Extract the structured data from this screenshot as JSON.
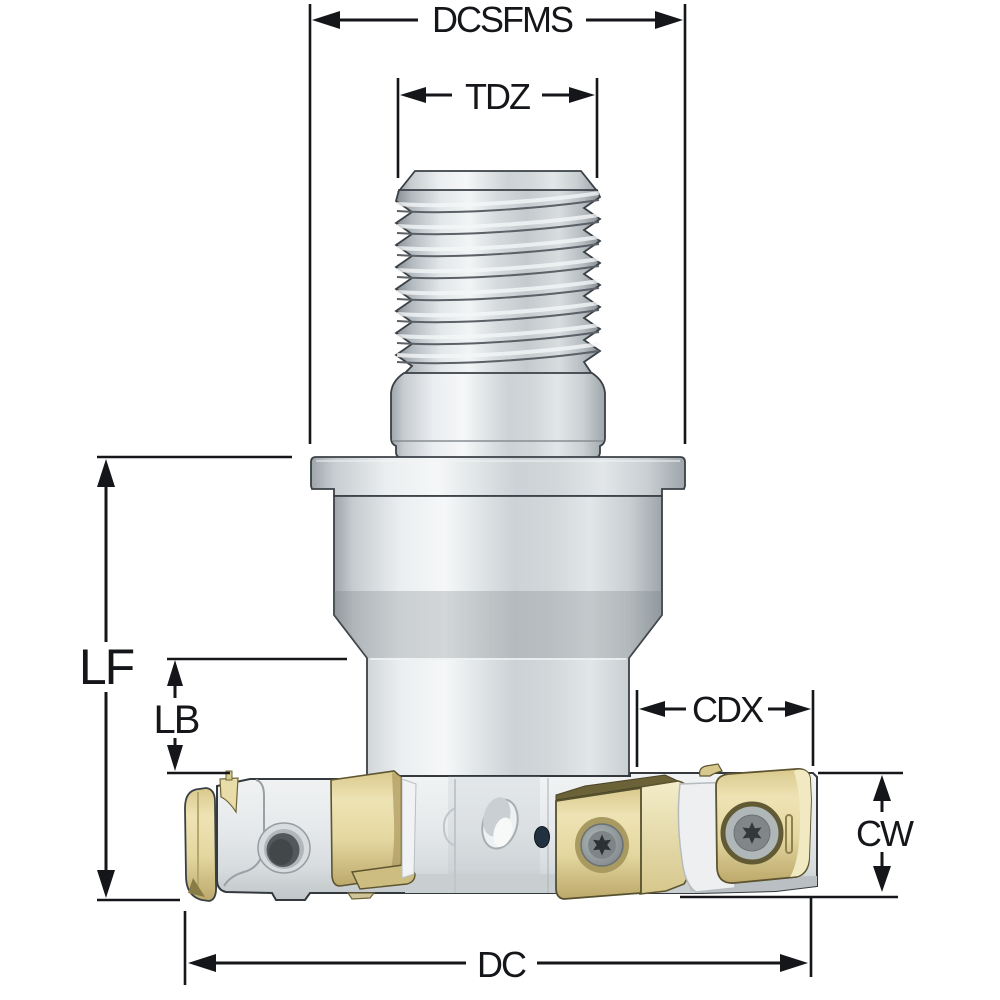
{
  "diagram": {
    "subject": "indexable face milling cutter with threaded coupling, dimension drawing",
    "background": "#ffffff",
    "line_color": "#141619"
  },
  "dimensions": {
    "dcsfms": {
      "label": "DCSFMS"
    },
    "tdz": {
      "label": "TDZ"
    },
    "lf": {
      "label": "LF"
    },
    "lb": {
      "label": "LB"
    },
    "cdx": {
      "label": "CDX"
    },
    "cw": {
      "label": "CW"
    },
    "dc": {
      "label": "DC"
    }
  },
  "colors": {
    "metal_light": "#f5f7f8",
    "metal_mid": "#ccd2d5",
    "metal_dark": "#9ea5ab",
    "insert_gold": "#e4d7a0",
    "insert_gold_light": "#f1e9c2",
    "insert_gold_dark": "#bca86a",
    "insert_edge": "#5d5430",
    "screw_gray": "#8b9294",
    "outline": "#3a4045"
  }
}
